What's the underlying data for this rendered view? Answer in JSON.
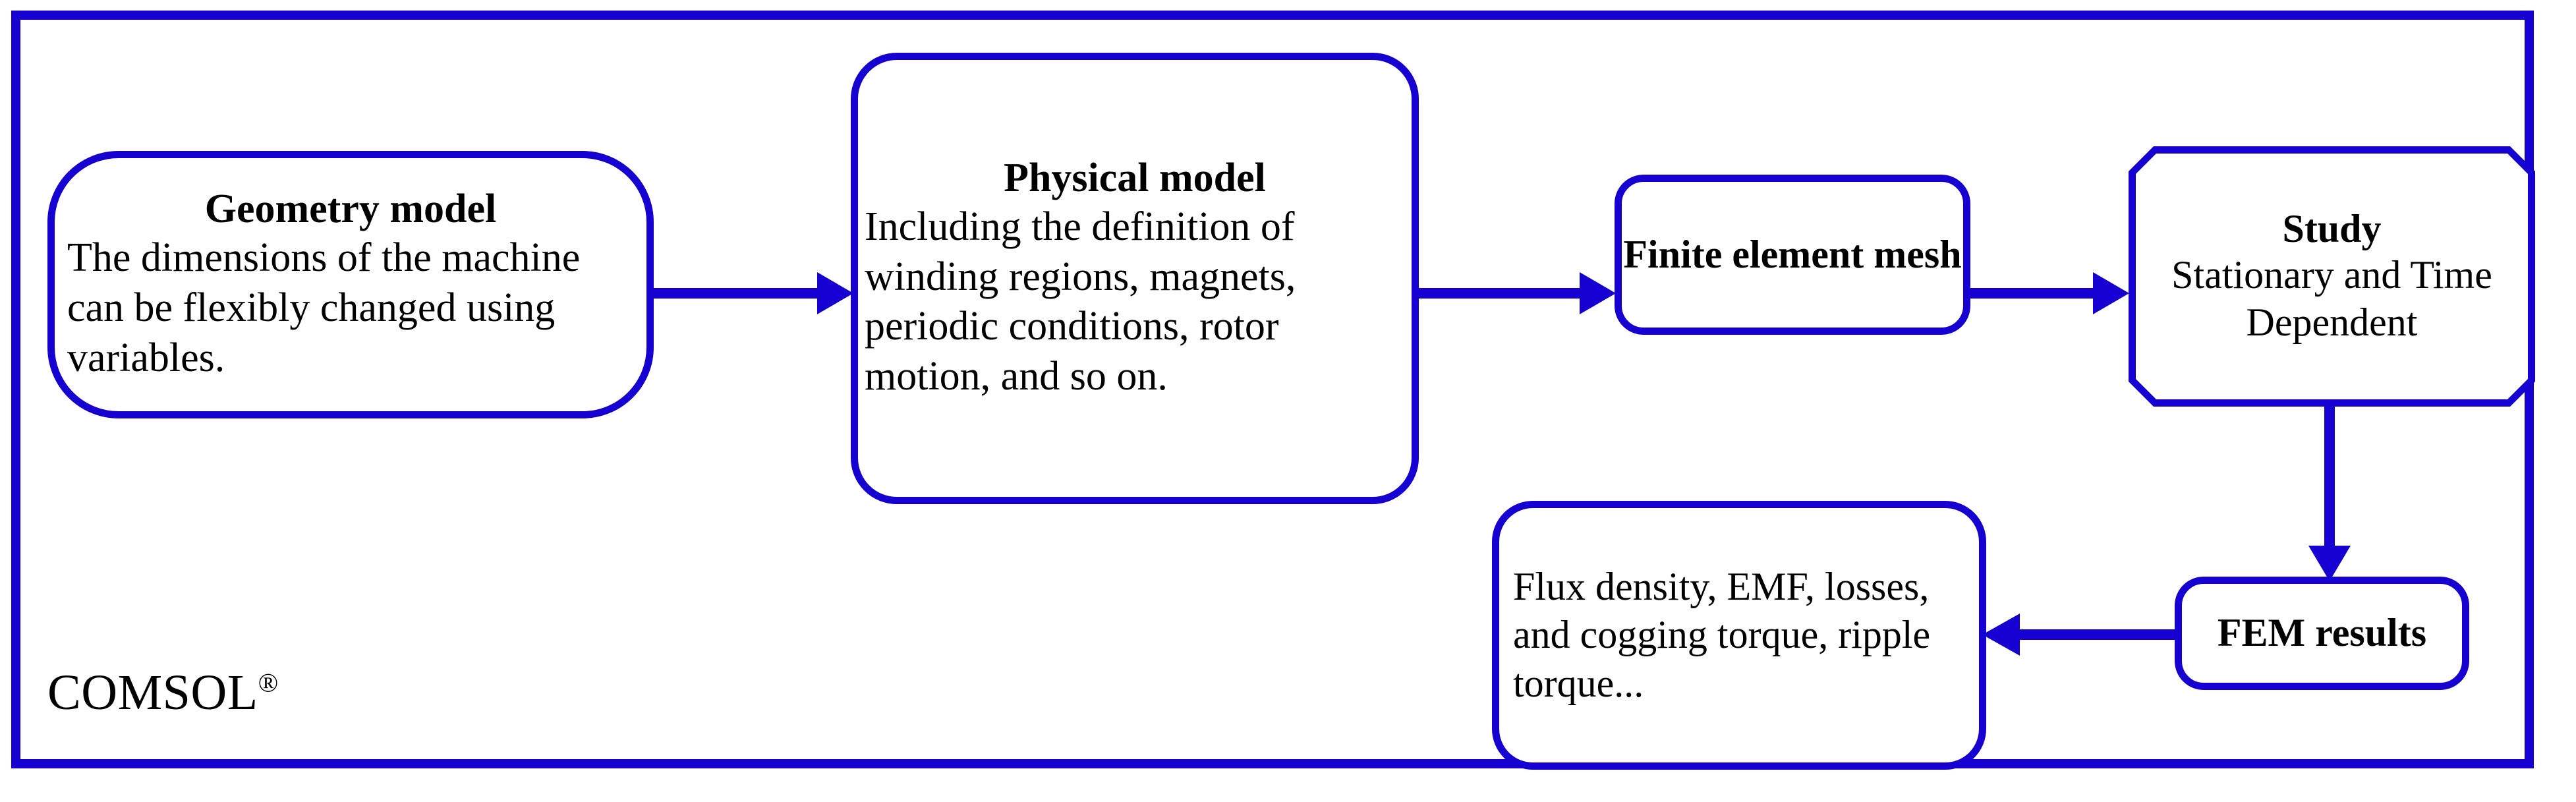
{
  "frame": {
    "brand_label": "COMSOL",
    "brand_mark": "®",
    "border_color": "#1500d1"
  },
  "nodes": {
    "geometry": {
      "title": "Geometry model",
      "body": "The dimensions of the machine can be flexibly changed using variables.",
      "shape": "rounded-rectangle"
    },
    "physical": {
      "title": "Physical model",
      "body": "Including the definition of winding regions, magnets, periodic conditions, rotor motion, and so on.",
      "shape": "rounded-rectangle"
    },
    "mesh": {
      "title": "Finite element mesh",
      "shape": "rounded-rectangle"
    },
    "study": {
      "title": "Study",
      "body": "Stationary and Time Dependent",
      "shape": "octagon"
    },
    "fem_results": {
      "title": "FEM results",
      "shape": "rounded-rectangle"
    },
    "results": {
      "body": "Flux density, EMF, losses, and cogging torque, ripple torque...",
      "shape": "rounded-rectangle"
    }
  },
  "arrows": [
    {
      "name": "geometry-to-physical",
      "direction": "right",
      "color": "#1500d1"
    },
    {
      "name": "physical-to-mesh",
      "direction": "right",
      "color": "#1500d1"
    },
    {
      "name": "mesh-to-study",
      "direction": "right",
      "color": "#1500d1"
    },
    {
      "name": "study-to-fem-results",
      "direction": "down",
      "color": "#1500d1"
    },
    {
      "name": "fem-results-to-results",
      "direction": "left",
      "color": "#1500d1"
    }
  ]
}
